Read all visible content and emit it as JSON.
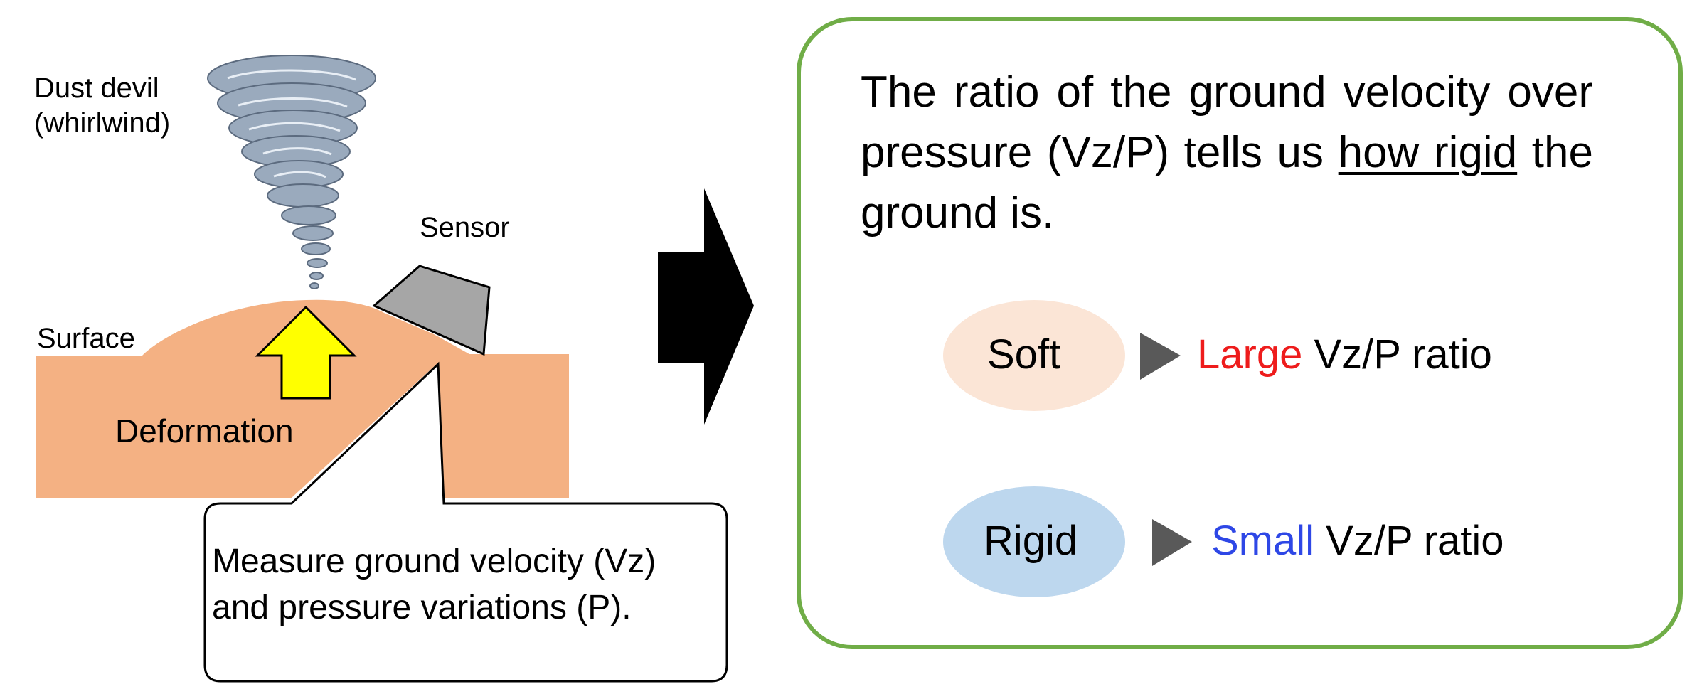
{
  "left": {
    "tornado_label": [
      "Dust devil",
      "(whirlwind)"
    ],
    "sensor_label": "Sensor",
    "surface_label": "Surface",
    "deformation_label": "Deformation",
    "callout_lines": [
      "Measure ground velocity (Vz)",
      "and pressure variations (P)."
    ]
  },
  "panel": {
    "statement_parts": [
      "The ratio of the ground velocity over pressure (Vz/P) tells us ",
      "how rigid",
      " the ground is."
    ],
    "rows": [
      {
        "state": "Soft",
        "value_word": "Large",
        "value_rest": " Vz/P ratio"
      },
      {
        "state": "Rigid",
        "value_word": "Small",
        "value_rest": " Vz/P ratio"
      }
    ]
  },
  "colors": {
    "ground": "#f4b183",
    "arrow_fill": "#ffff00",
    "sensor": "#a6a6a6",
    "panel_border": "#70ad47",
    "soft_ellipse": "#fbe5d6",
    "rigid_ellipse": "#bdd7ee",
    "large_text": "#ee1c1c",
    "small_text": "#2e47e6",
    "triangle_marker": "#595959"
  },
  "icons": [
    "dust-devil-icon",
    "sensor-icon",
    "deformation-arrow-icon",
    "big-right-arrow-icon",
    "triangle-marker-icon"
  ]
}
